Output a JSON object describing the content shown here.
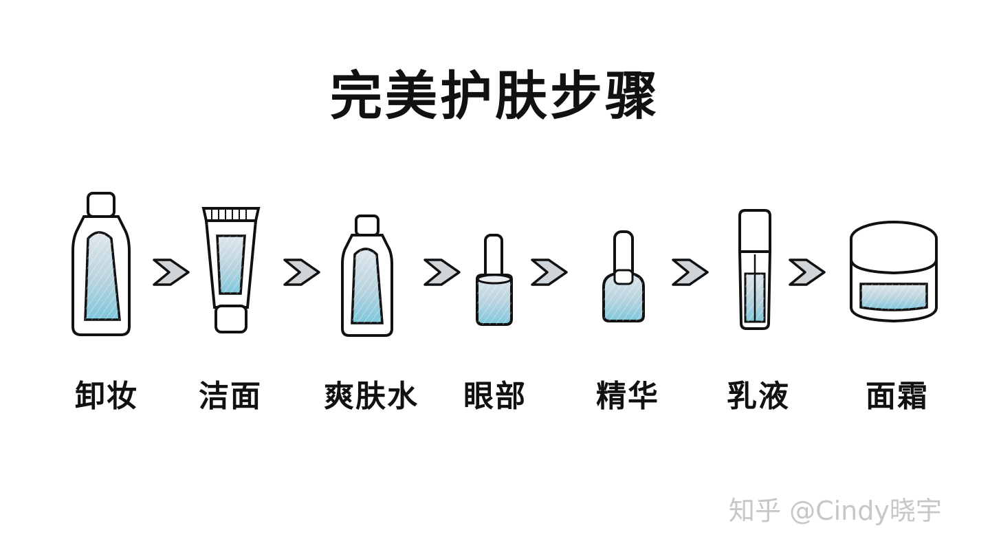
{
  "title": "完美护肤步骤",
  "steps": [
    {
      "label": "卸妆",
      "icon": "makeup-remover-bottle-icon"
    },
    {
      "label": "洁面",
      "icon": "cleanser-tube-icon"
    },
    {
      "label": "爽肤水",
      "icon": "toner-bottle-icon"
    },
    {
      "label": "眼部",
      "icon": "eye-cream-bottle-icon"
    },
    {
      "label": "精华",
      "icon": "serum-bottle-icon"
    },
    {
      "label": "乳液",
      "icon": "lotion-bottle-icon"
    },
    {
      "label": "面霜",
      "icon": "cream-jar-icon"
    }
  ],
  "connector_icon": "chevron-right-icon",
  "watermark": "知乎 @Cindy晓宇",
  "colors": {
    "ink": "#111111",
    "fill_light": "#dfe6ec",
    "fill_blue": "#7ec7dc",
    "chevron": "#cfd4d8",
    "watermark": "#c7c7c7"
  }
}
